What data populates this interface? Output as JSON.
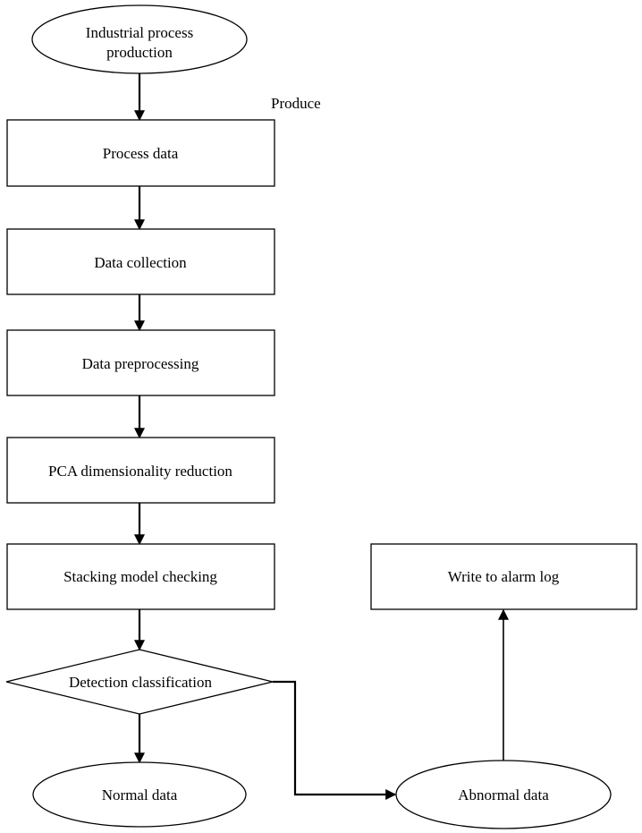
{
  "nodes": {
    "start": "Industrial process production",
    "start_line1": "Industrial process",
    "start_line2": "production",
    "process_data": "Process data",
    "data_collection": "Data collection",
    "data_preprocessing": "Data preprocessing",
    "pca": "PCA dimensionality reduction",
    "stacking": "Stacking model checking",
    "decision": "Detection classification",
    "normal": "Normal data",
    "abnormal": "Abnormal data",
    "alarm_log": "Write to alarm log"
  },
  "edge_labels": {
    "produce": "Produce"
  },
  "colors": {
    "stroke": "#000000",
    "fill": "#ffffff"
  }
}
